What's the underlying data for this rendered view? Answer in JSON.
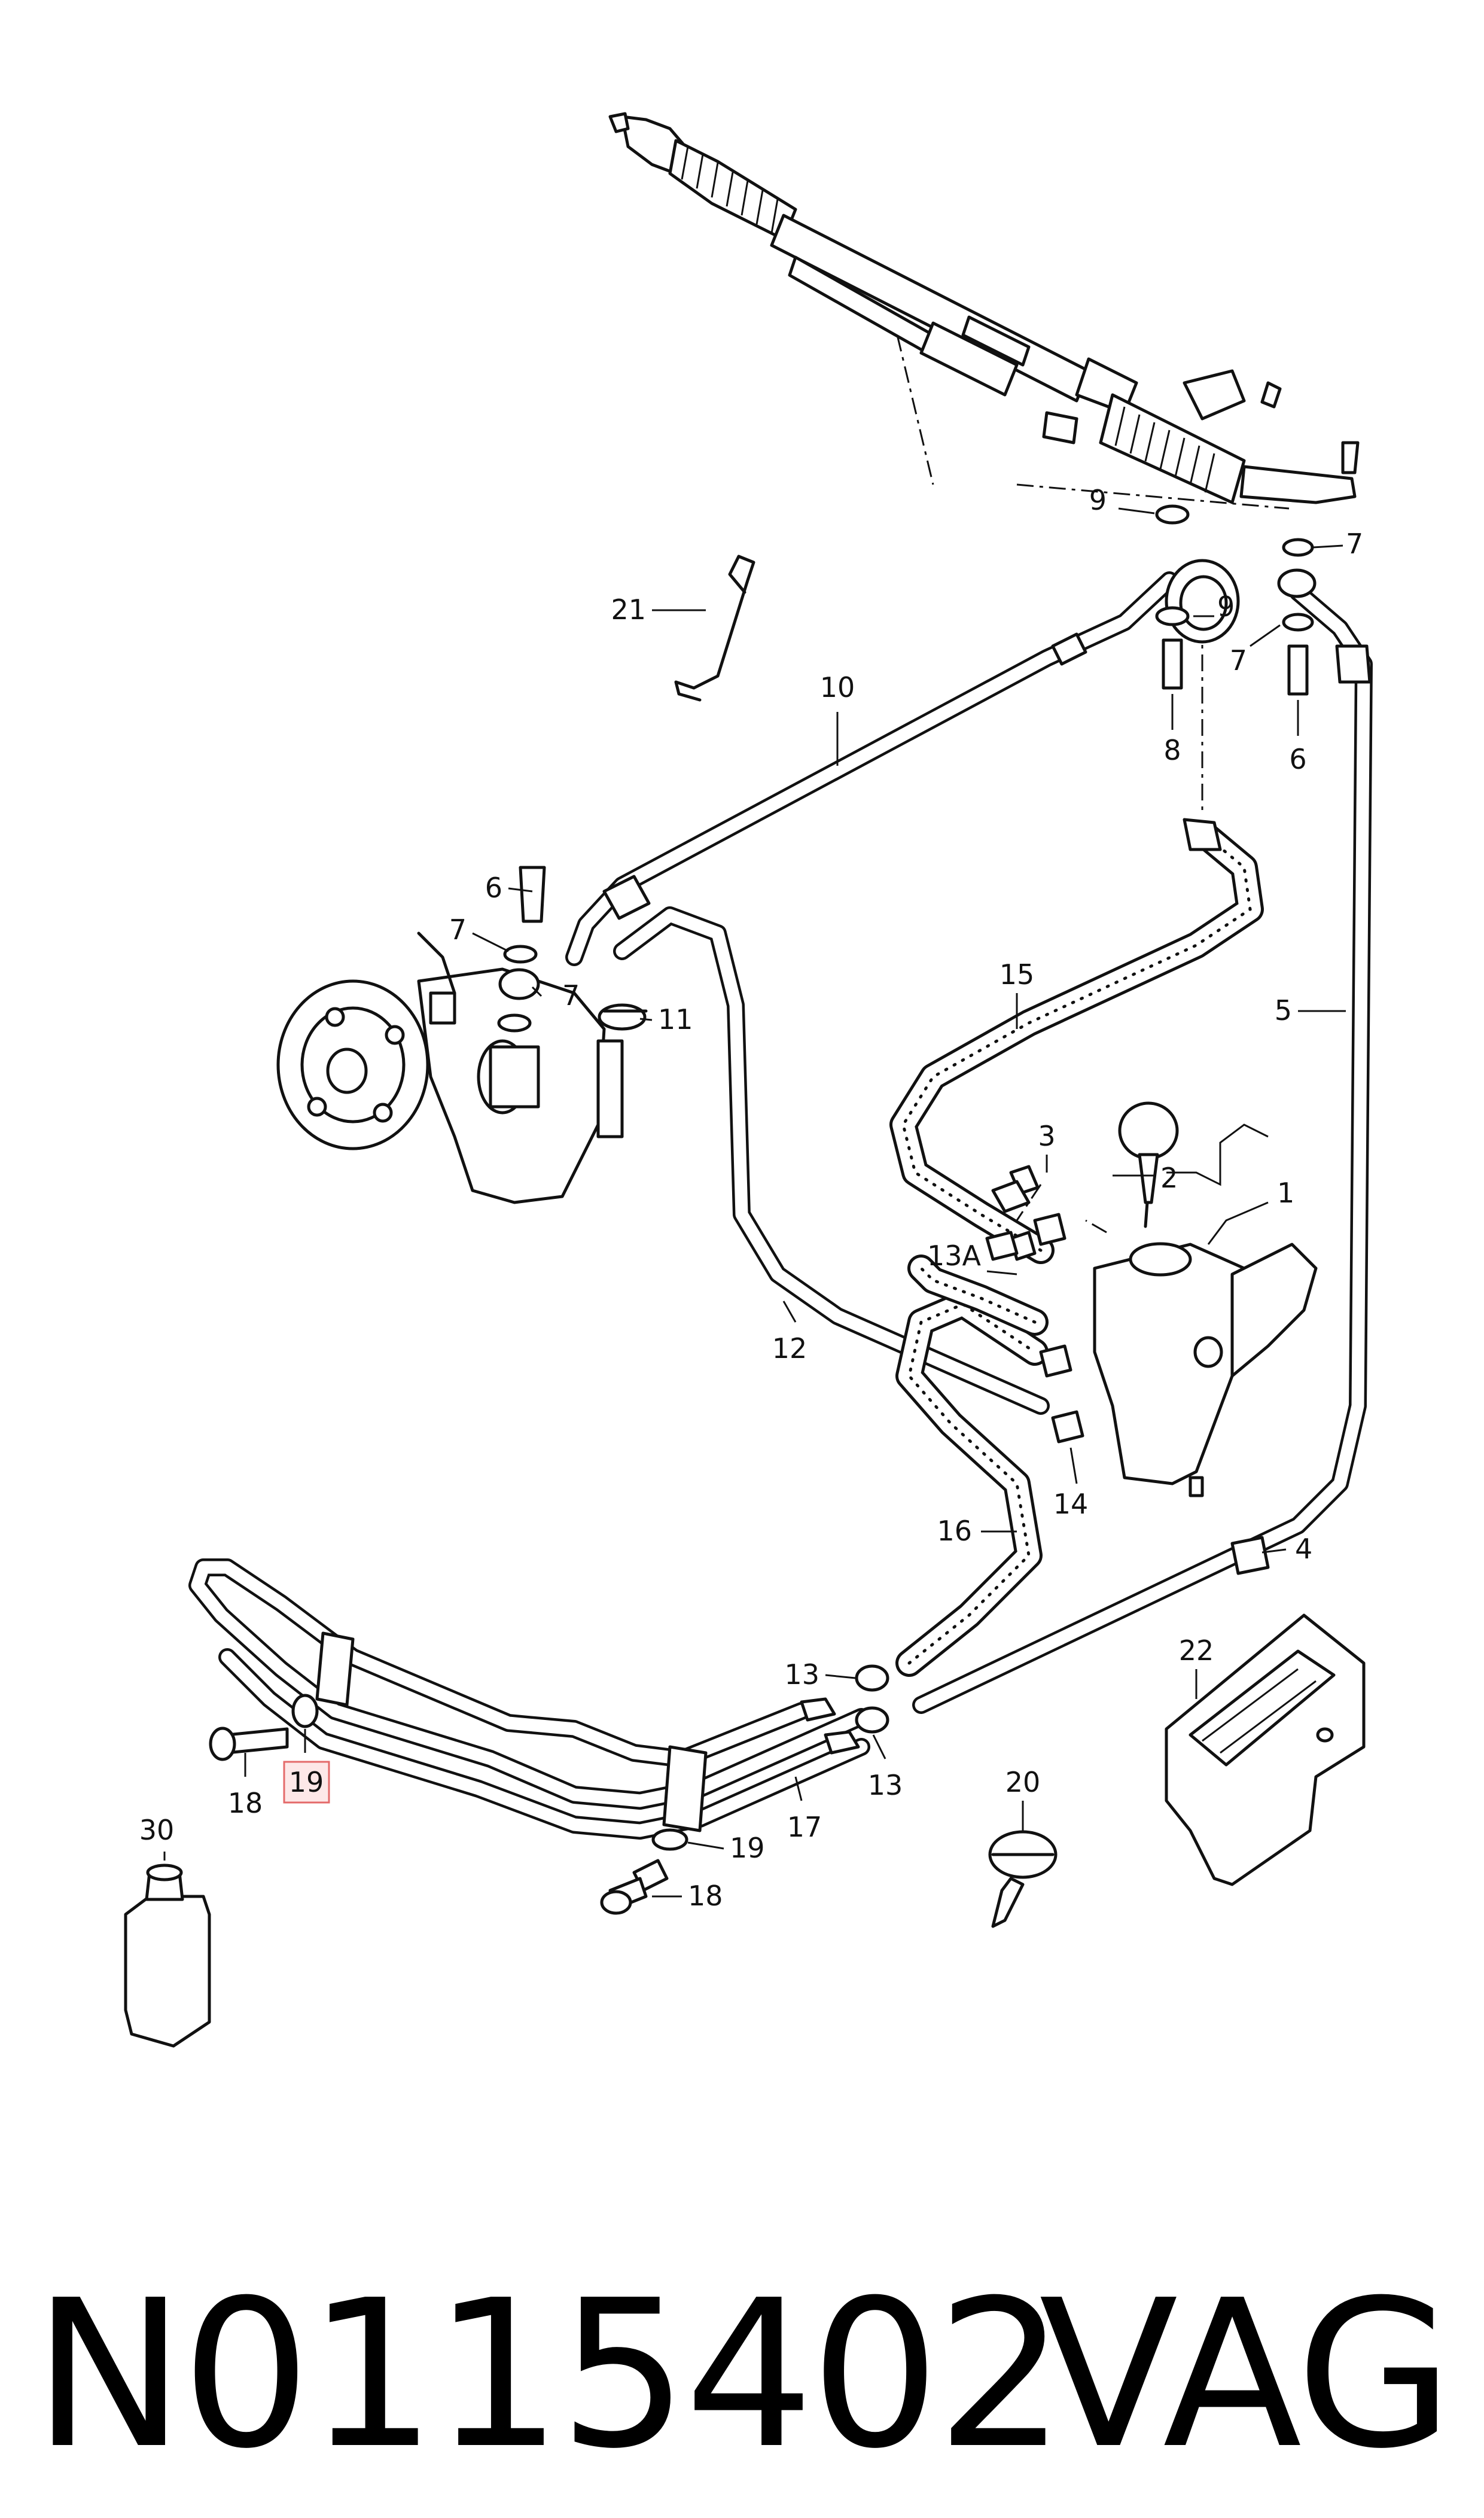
{
  "labels": {
    "c1": "1",
    "c2": "2",
    "c3": "3",
    "c4": "4",
    "c5": "5",
    "c6a": "6",
    "c6b": "6",
    "c7a": "7",
    "c7b": "7",
    "c7c": "7",
    "c7d": "7",
    "c8": "8",
    "c9a": "9",
    "c9b": "9",
    "c10": "10",
    "c11": "11",
    "c12": "12",
    "c13a": "13",
    "c13b": "13",
    "c13A": "13A",
    "c14": "14",
    "c15": "15",
    "c16": "16",
    "c17": "17",
    "c18a": "18",
    "c18b": "18",
    "c19a": "19",
    "c19b": "19",
    "c20": "20",
    "c21": "21",
    "c22": "22",
    "c30": "30"
  },
  "footer": {
    "part_number": "N0115402",
    "brand": "VAG"
  },
  "colors": {
    "highlight_fill": "#fde8e8",
    "highlight_stroke": "#e46a6a"
  }
}
